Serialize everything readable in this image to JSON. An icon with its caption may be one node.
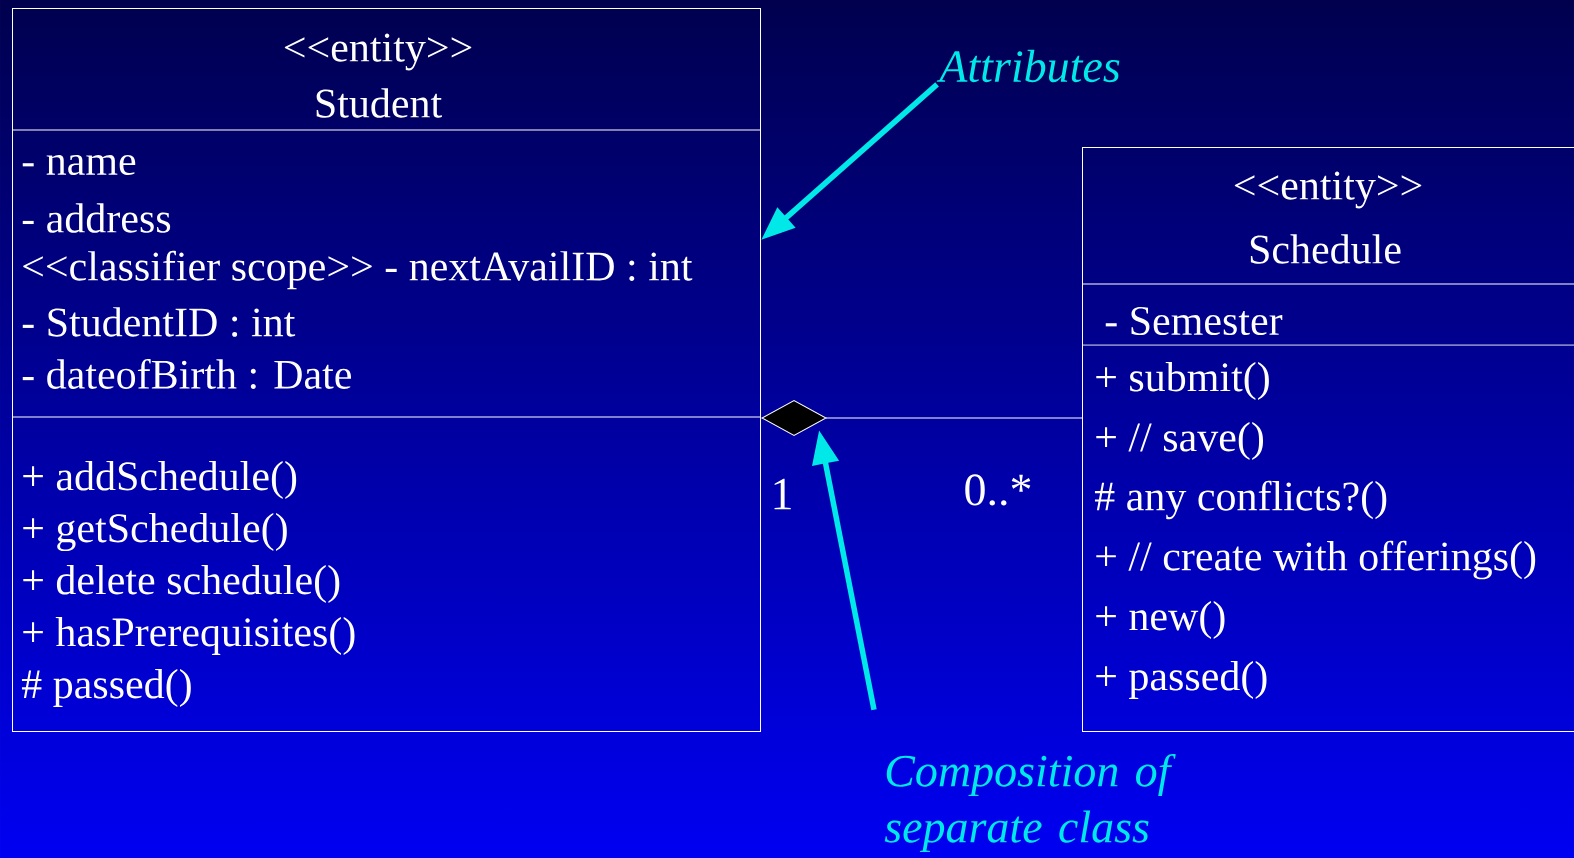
{
  "diagram": {
    "nodes": [
      {
        "text": [
          "<<entity>>",
          "Student",
          "- name",
          "- address",
          "<<classifier scope>> - nextAvailID : int",
          "- StudentID : int",
          "- dateofBirth : Date",
          "+ addSchedule()",
          "+ getSchedule()",
          "+ delete schedule()",
          "+ hasPrerequisites()",
          "# passed()"
        ]
      },
      {
        "text": [
          "<<entity>>",
          "Schedule",
          "- Semester",
          "+ submit()",
          "+ // save()",
          "# any conflicts?()",
          "+ // create with offerings()",
          "+ new()",
          "+ passed()"
        ]
      },
      {
        "text": [
          "Attributes"
        ]
      },
      {
        "text": [
          "Composition of separate class"
        ]
      }
    ],
    "edges": [
      {
        "from": 0,
        "to": 1,
        "arrow": "other",
        "color": "#ffffff"
      },
      {
        "from": 2,
        "to": 0,
        "arrow": "to"
      },
      {
        "from": 3,
        "to": null,
        "arrow": "to"
      }
    ],
    "labels": [
      "1",
      "0..*"
    ]
  }
}
